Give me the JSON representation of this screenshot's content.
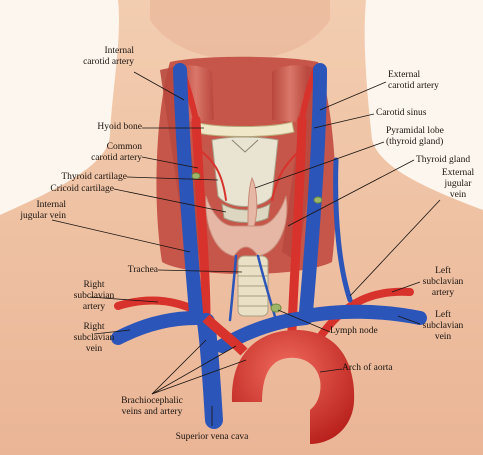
{
  "labels": {
    "internal_carotid_artery": "Internal\ncarotid artery",
    "hyoid_bone": "Hyoid bone",
    "common_carotid_artery": "Common\ncarotid artery",
    "thyroid_cartilage": "Thyroid cartilage",
    "cricoid_cartilage": "Cricoid cartilage",
    "internal_jugular_vein": "Internal\njugular vein",
    "trachea": "Trachea",
    "right_subclavian_artery": "Right\nsubclavian\nartery",
    "right_subclavian_vein": "Right\nsubclavian\nvein",
    "brachiocephalic": "Brachiocephalic\nveins and artery",
    "superior_vena_cava": "Superior vena cava",
    "external_carotid_artery": "External\ncarotid artery",
    "carotid_sinus": "Carotid sinus",
    "pyramidal_lobe": "Pyramidal lobe\n(thyroid gland)",
    "thyroid_gland": "Thyroid gland",
    "external_jugular_vein": "External\njugular\nvein",
    "left_subclavian_artery": "Left\nsubclavian\nartery",
    "left_subclavian_vein": "Left\nsubclavian\nvein",
    "lymph_node": "Lymph node",
    "arch_of_aorta": "Arch of aorta"
  },
  "colors": {
    "skin": "#f1c6a6",
    "muscle": "#c8584a",
    "artery": "#d8322c",
    "vein": "#2b55b8",
    "thyroid": "#e7b7a6",
    "cartilage": "#e9e4d2",
    "background": "#fdf6ee"
  }
}
